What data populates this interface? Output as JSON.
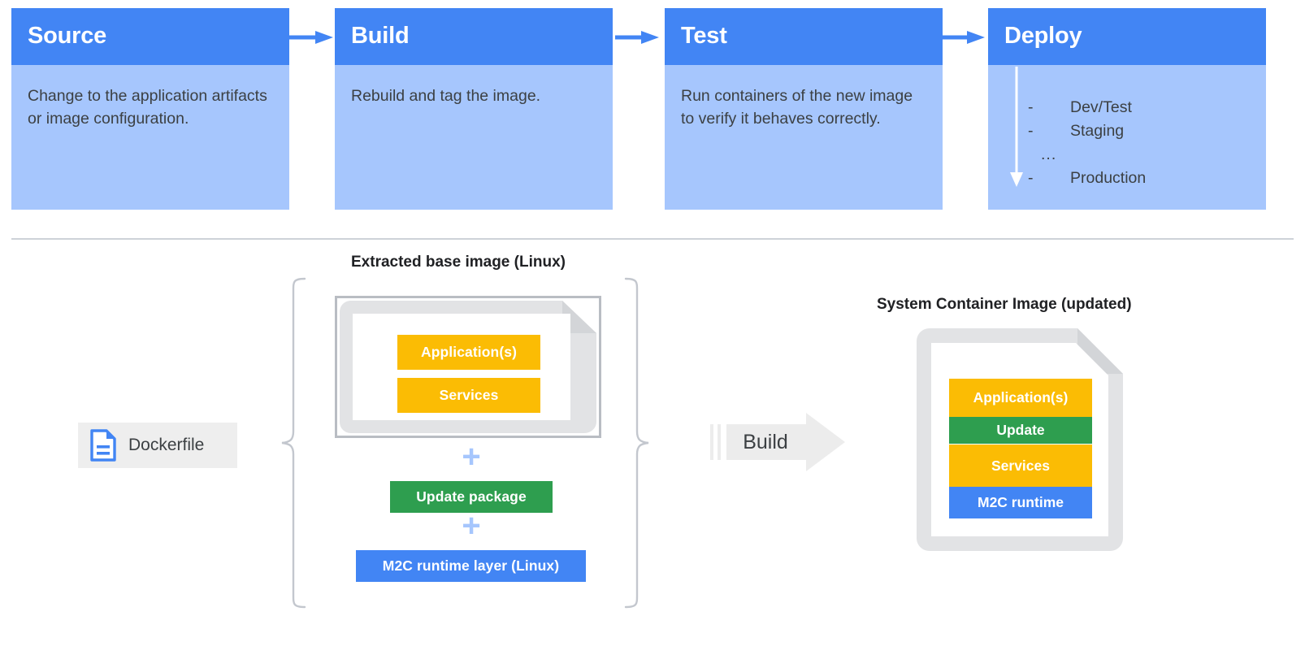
{
  "colors": {
    "header_blue": "#4285f4",
    "body_blue": "#a6c6fd",
    "orange": "#fbbc04",
    "green": "#2e9e4f",
    "blue": "#4285f4",
    "gray_frame": "#b9bdc3",
    "doc_gray": "#e2e3e5",
    "divider": "#ced2d8",
    "chip_bg": "#eeeeee",
    "text": "#3c4043"
  },
  "pipeline": {
    "stages": [
      {
        "title": "Source",
        "body": "Change to the application artifacts or image configuration."
      },
      {
        "title": "Build",
        "body": "Rebuild and tag the image."
      },
      {
        "title": "Test",
        "body": "Run containers of the new image to verify it behaves correctly."
      },
      {
        "title": "Deploy",
        "body": ""
      }
    ],
    "deploy_list": {
      "dash": "-",
      "ellipsis": "...",
      "items": [
        "Dev/Test",
        "Staging",
        "Production"
      ]
    }
  },
  "lower": {
    "caption_left": "Extracted base image (Linux)",
    "caption_right": "System Container Image (updated)",
    "dockerfile_label": "Dockerfile",
    "build_label": "Build",
    "plus_symbol": "+",
    "base_layers": [
      {
        "label": "Application(s)",
        "color": "#fbbc04"
      },
      {
        "label": "Services",
        "color": "#fbbc04"
      }
    ],
    "added_layers": [
      {
        "label": "Update package",
        "color": "#2e9e4f"
      },
      {
        "label": "M2C runtime layer (Linux)",
        "color": "#4285f4"
      }
    ],
    "result_layers": [
      {
        "label": "Application(s)",
        "color": "#fbbc04"
      },
      {
        "label": "Update",
        "color": "#2e9e4f"
      },
      {
        "label": "Services",
        "color": "#fbbc04"
      },
      {
        "label": "M2C runtime",
        "color": "#4285f4"
      }
    ]
  }
}
